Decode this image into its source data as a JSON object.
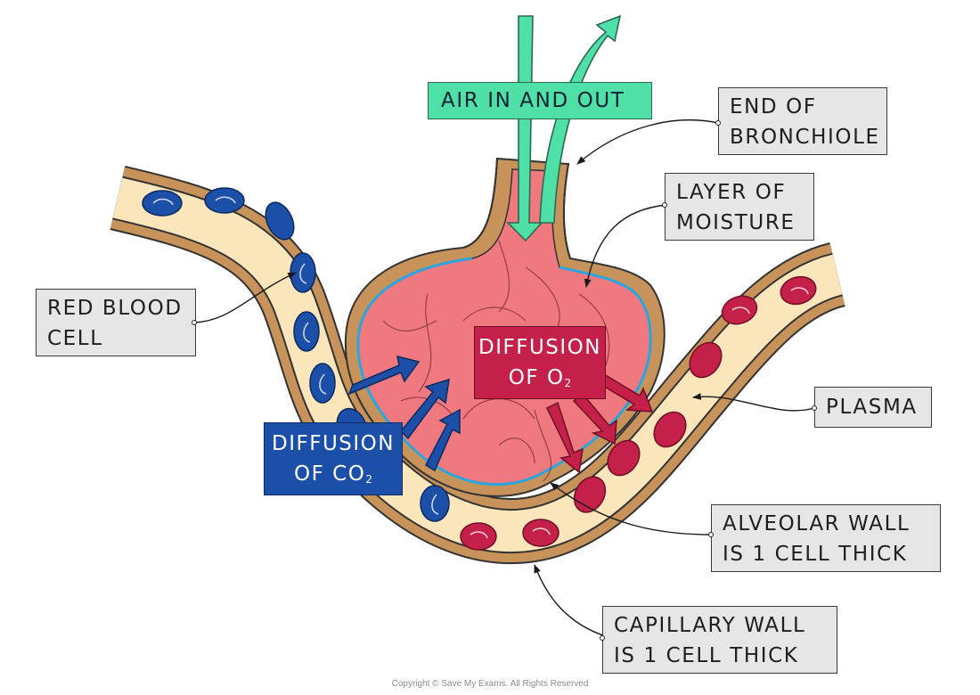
{
  "labels": {
    "air": "AIR IN AND OUT",
    "end_bronchiole": [
      "END OF",
      "BRONCHIOLE"
    ],
    "layer_moisture": [
      "LAYER OF",
      "MOISTURE"
    ],
    "red_blood_cell": [
      "RED BLOOD",
      "CELL"
    ],
    "plasma": "PLASMA",
    "alveolar_wall": [
      "ALVEOLAR WALL",
      "IS 1 CELL THICK"
    ],
    "capillary_wall": [
      "CAPILLARY WALL",
      "IS 1 CELL THICK"
    ],
    "diffusion_o2": {
      "line1": "DIFFUSION",
      "prefix": "OF O",
      "sub": "2"
    },
    "diffusion_co2": {
      "line1": "DIFFUSION",
      "prefix": "OF CO",
      "sub": "2"
    }
  },
  "copyright": "Copyright © Save My Exams. All Rights Reserved",
  "colors": {
    "capillary_wall": "#c8935a",
    "plasma": "#fbe6bc",
    "alveolus": "#f0787f",
    "moisture": "#29a6e0",
    "rbc_oxygenated": "#c4204a",
    "rbc_deoxygenated": "#1b4fa8",
    "air_arrow": "#4fe0a8"
  }
}
